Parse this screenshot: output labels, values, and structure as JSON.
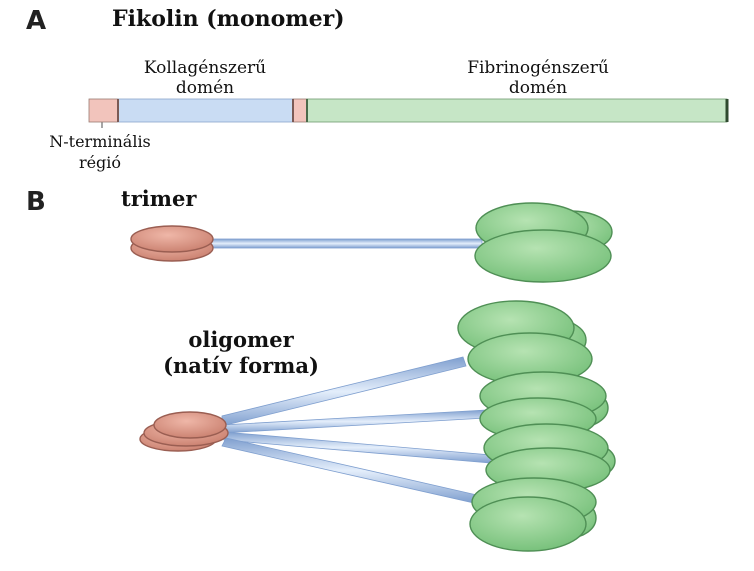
{
  "panel_a": {
    "letter": "A",
    "title": "Fikolin (monomer)",
    "domain_collagen": [
      "Kollagénszerű",
      "domén"
    ],
    "domain_fibrinogen": [
      "Fibrinogénszerű",
      "domén"
    ],
    "n_terminal": [
      "N-terminális",
      "régió"
    ]
  },
  "panel_b": {
    "letter": "B",
    "trimer_label": "trimer",
    "oligomer_label": [
      "oligomer",
      "(natív forma)"
    ]
  },
  "colors": {
    "n_terminal": "#f2c4bc",
    "collagen": "#c9dcf3",
    "fibrinogen": "#c6e6c6",
    "head_green": "#8fd08f",
    "head_pink": "#dc9c8c",
    "stalk": "#a8c4ec"
  }
}
